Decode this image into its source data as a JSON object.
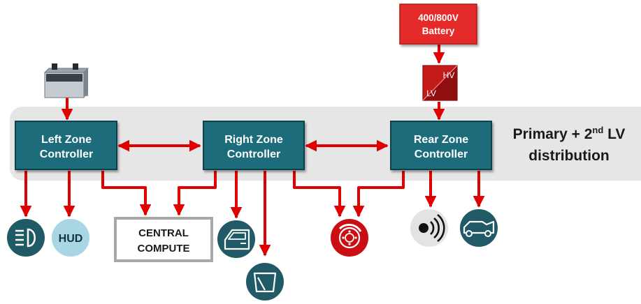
{
  "battery_hv": {
    "line1": "400/800V",
    "line2": "Battery"
  },
  "converter": {
    "hv": "HV",
    "lv": "LV"
  },
  "zones": {
    "left": {
      "line1": "Left Zone",
      "line2": "Controller"
    },
    "right": {
      "line1": "Right Zone",
      "line2": "Controller"
    },
    "rear": {
      "line1": "Rear Zone",
      "line2": "Controller"
    }
  },
  "title": {
    "line1_main": "Primary + 2",
    "line1_sup": "nd",
    "line1_tail": " LV",
    "line2": "distribution"
  },
  "central_compute": {
    "line1": "CENTRAL",
    "line2": "COMPUTE"
  },
  "hud_label": "HUD",
  "icons": [
    "car-battery-icon",
    "headlight-icon",
    "hud-icon",
    "door-icon",
    "wiper-icon",
    "brake-icon",
    "speaker-icon",
    "car-trunk-icon"
  ],
  "colors": {
    "zone_fill": "#1b6c7c",
    "icon_teal": "#1f5a66",
    "hud_fill": "#a8d6e3",
    "arrow": "#e00000",
    "battery": "#e52a2a",
    "band": "#e6e6e6"
  }
}
